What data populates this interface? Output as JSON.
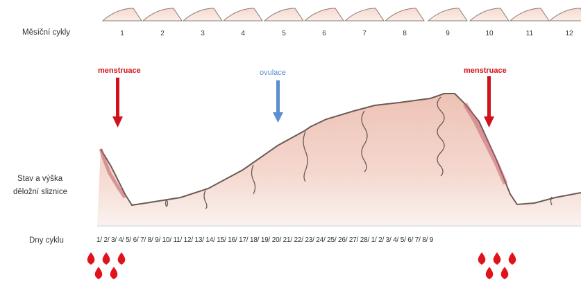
{
  "labels": {
    "cycles": "Měsíční cykly",
    "endometrium_line1": "Stav a výška",
    "endometrium_line2": "děložní sliznice",
    "days": "Dny cyklu"
  },
  "cycle_numbers": [
    "1",
    "2",
    "3",
    "4",
    "5",
    "6",
    "7",
    "8",
    "9",
    "10",
    "11",
    "12"
  ],
  "arrows": {
    "left": "menstruace",
    "middle": "ovulace",
    "right": "menstruace"
  },
  "day_sequence": "1/ 2/ 3/ 4/ 5/ 6/ 7/ 8/ 9/ 10/ 11/ 12/ 13/ 14/ 15/ 16/ 17/ 18/ 19/ 20/ 21/ 22/ 23/ 24/ 25/ 26/ 27/ 28/ 1/ 2/ 3/ 4/ 5/ 6/ 7/ 8/ 9",
  "colors": {
    "menstruation": "#d0121b",
    "ovulation": "#5b8fcf",
    "tissue": "#f2d2c8",
    "tissue_edge": "#6b5a55",
    "blood": "#e0121b"
  }
}
